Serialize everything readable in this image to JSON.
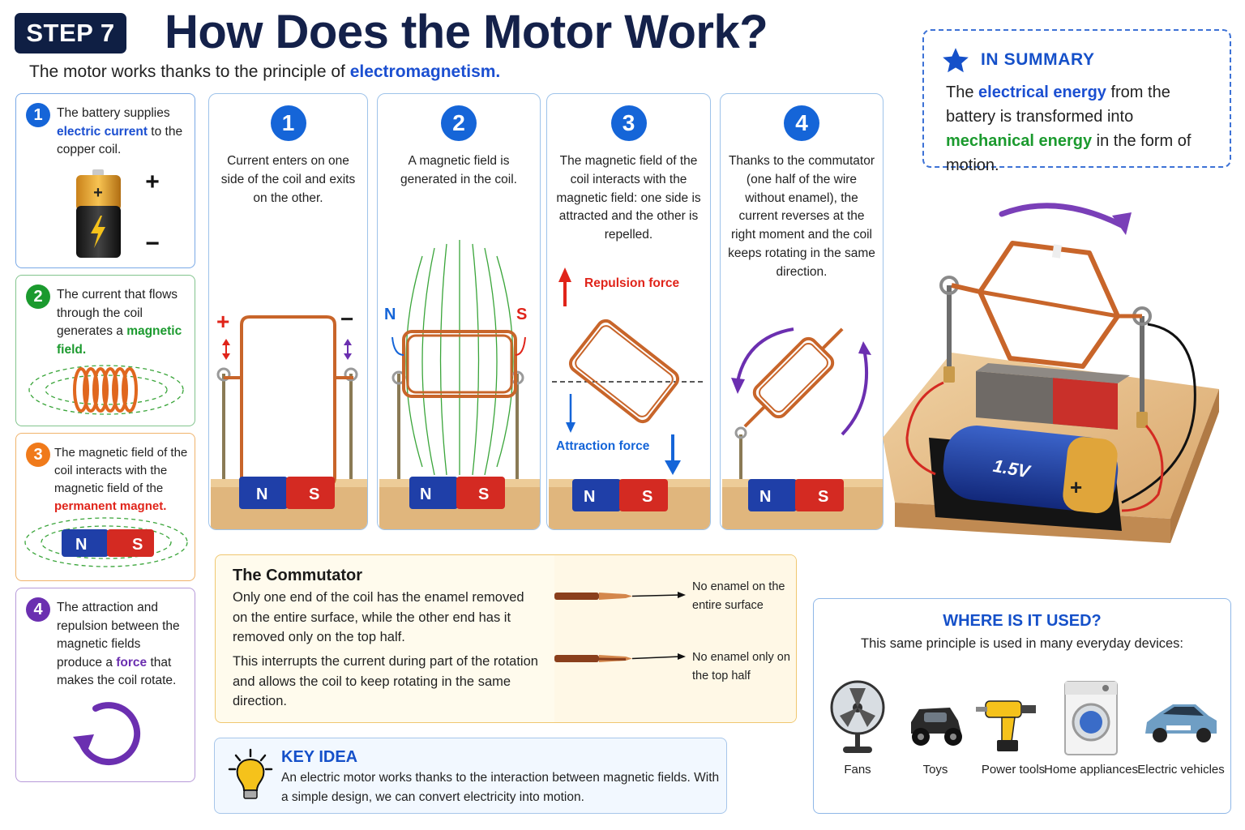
{
  "header": {
    "step_label": "STEP 7",
    "title": "How Does the Motor Work?",
    "subtitle_prefix": "The motor works thanks to the principle of ",
    "subtitle_highlight": "electromagnetism."
  },
  "left_steps": [
    {
      "number": "1",
      "color": "#1565d8",
      "text_a": "The battery supplies ",
      "highlight": "electric current",
      "text_b": " to the copper coil."
    },
    {
      "number": "2",
      "color": "#1b9a2e",
      "text_a": "The current that flows through the coil generates a ",
      "highlight": "magnetic field",
      "text_b": "."
    },
    {
      "number": "3",
      "color": "#f07a1a",
      "text_a": "The magnetic field of the coil interacts with the magnetic field of the ",
      "highlight": "permanent magnet",
      "text_b": "."
    },
    {
      "number": "4",
      "color": "#6b2fb0",
      "text_a": "The attraction and repulsion between the magnetic fields produce a ",
      "highlight": "force",
      "text_b": " that makes the coil rotate."
    }
  ],
  "battery_symbols": {
    "plus": "+",
    "minus": "−",
    "inner_plus": "+"
  },
  "magnet": {
    "north": "N",
    "south": "S",
    "north_color": "#1f3fa8",
    "south_color": "#d42a22"
  },
  "panels": [
    {
      "number": "1",
      "text": "Current enters on one side of the coil and exits on the other.",
      "plus": "+",
      "minus": "−"
    },
    {
      "number": "2",
      "text": "A magnetic field is generated in the coil.",
      "pole_n": "N",
      "pole_s": "S"
    },
    {
      "number": "3",
      "text": "The magnetic field of the coil interacts with the magnetic field: one side is attracted and the other is repelled.",
      "repulsion_label": "Repulsion force",
      "attraction_label": "Attraction force"
    },
    {
      "number": "4",
      "text": "Thanks to the commutator (one half of the wire without enamel), the current reverses at the right moment and the coil keeps rotating in the same direction."
    }
  ],
  "summary": {
    "title": "IN SUMMARY",
    "text_a": "The ",
    "highlight_1": "electrical energy",
    "text_b": " from the battery is transformed into ",
    "highlight_2": "mechanical energy",
    "text_c": " in the form of motion."
  },
  "motor_battery_label": "1.5V",
  "motor_battery_plus": "+",
  "commutator": {
    "title": "The Commutator",
    "paragraph_1": "Only one end of the coil has the enamel removed on the entire surface, while the other end has it removed only on the top half.",
    "paragraph_2": "This interrupts the current during part of the rotation and allows the coil to keep rotating in the same direction.",
    "label_1": "No enamel on the entire surface",
    "label_2": "No enamel only on the top half"
  },
  "key_idea": {
    "title": "KEY IDEA",
    "text": "An electric motor works thanks to the interaction between magnetic fields. With a simple design, we can convert electricity into motion."
  },
  "where_used": {
    "title": "WHERE IS IT USED?",
    "subtitle": "This same principle is used in many everyday devices:",
    "items": [
      {
        "label": "Fans",
        "icon": "fan-icon"
      },
      {
        "label": "Toys",
        "icon": "toy-car-icon"
      },
      {
        "label": "Power tools",
        "icon": "drill-icon"
      },
      {
        "label": "Home appliances",
        "icon": "washing-machine-icon"
      },
      {
        "label": "Electric vehicles",
        "icon": "car-icon"
      }
    ]
  }
}
